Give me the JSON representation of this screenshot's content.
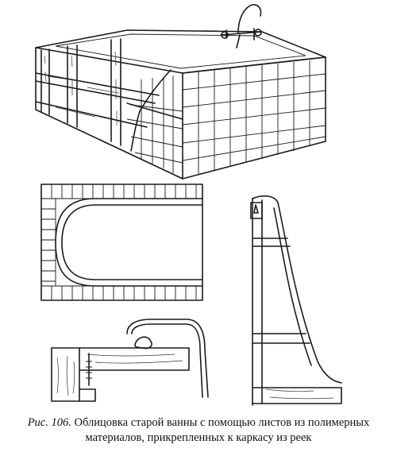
{
  "caption": {
    "label": "Рис. 106.",
    "line1": "Облицовка старой ванны с помощью листов из полимерных",
    "line2": "материалов, прикрепленных к каркасу из реек"
  },
  "colors": {
    "ink": "#1a1a1a",
    "paper": "#ffffff"
  }
}
